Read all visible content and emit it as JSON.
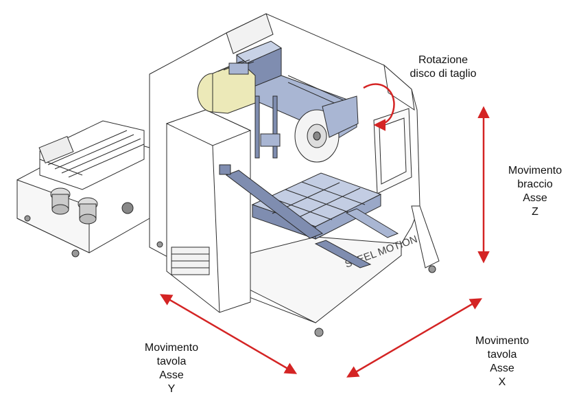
{
  "labels": {
    "rotation": {
      "line1": "Rotazione",
      "line2": "disco di taglio"
    },
    "arm_z": {
      "line1": "Movimento",
      "line2": "braccio",
      "line3": "Asse",
      "line4": "Z"
    },
    "table_y": {
      "line1": "Movimento",
      "line2": "tavola",
      "line3": "Asse",
      "line4": "Y"
    },
    "table_x": {
      "line1": "Movimento",
      "line2": "tavola",
      "line3": "Asse",
      "line4": "X"
    }
  },
  "machine_branding": "STEEL MOTION",
  "colors": {
    "arrow": "#d42424",
    "line": "#2a2a2a",
    "machine_fill": "#ffffff",
    "blue_parts": "#a9b6d3",
    "blue_dark": "#7f8db0",
    "motor": "#ece9b8"
  },
  "icons": {
    "axis_arrow": "double-headed-arrow",
    "rotation_arrow": "curved-arrow"
  }
}
